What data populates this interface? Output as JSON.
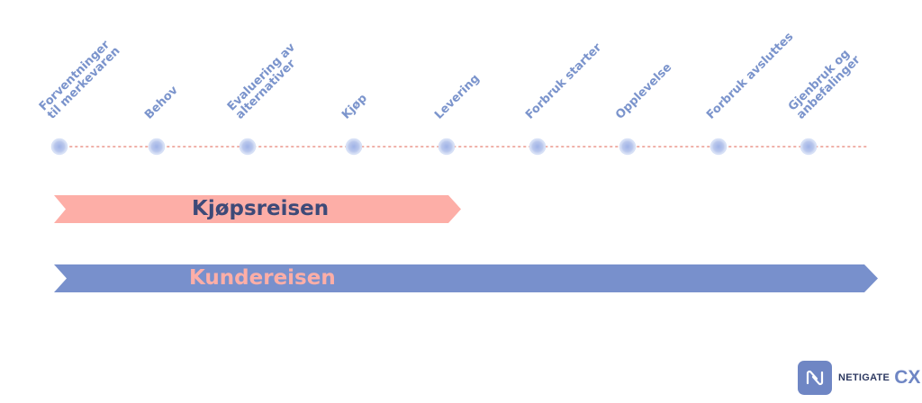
{
  "stages": [
    {
      "label": "Forventninger\ntil merkevaren"
    },
    {
      "label": "Behov"
    },
    {
      "label": "Evaluering av\nalternativer"
    },
    {
      "label": "Kjøp"
    },
    {
      "label": "Levering"
    },
    {
      "label": "Forbruk starter"
    },
    {
      "label": "Opplevelse"
    },
    {
      "label": "Forbruk avsluttes"
    },
    {
      "label": "Gjenbruk og\nanbefalinger"
    }
  ],
  "journeys": [
    {
      "label": "Kjøpsreisen",
      "fill_color": "#fdaea7",
      "text_color": "#3d4a78",
      "ends_at_stage": "Levering"
    },
    {
      "label": "Kundereisen",
      "fill_color": "#7890cc",
      "text_color": "#fdaea7",
      "ends_at_stage": "Gjenbruk og\nanbefalinger"
    }
  ],
  "colors": {
    "stage_label": "#7b94cc",
    "stage_dot": "#b9c7ec",
    "stage_dot_edge": "#d6e0f6",
    "timeline_dots": "#f0b0a8"
  },
  "brand": {
    "icon": "netigate-logo-icon",
    "name": "NETIGATE",
    "suffix": "CX",
    "mark_color": "#6f86c4",
    "name_color": "#2e3a62",
    "suffix_color": "#6f86c4"
  }
}
